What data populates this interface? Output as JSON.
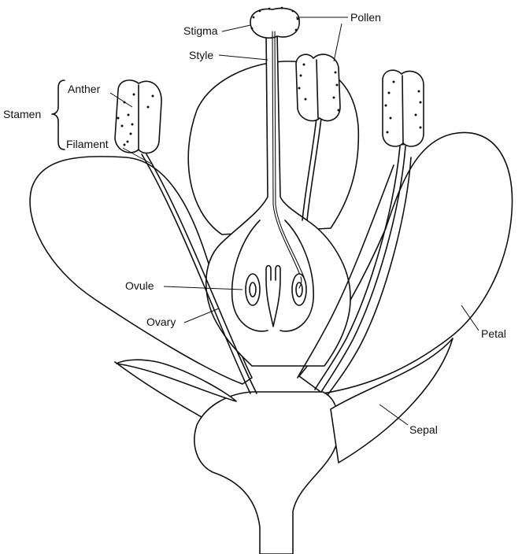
{
  "labels": {
    "stigma": "Stigma",
    "pollen": "Pollen",
    "style": "Style",
    "anther": "Anther",
    "stamen": "Stamen",
    "filament": "Filament",
    "ovule": "Ovule",
    "ovary": "Ovary",
    "petal": "Petal",
    "sepal": "Sepal"
  },
  "colors": {
    "line": "#111111",
    "background": "#ffffff"
  }
}
